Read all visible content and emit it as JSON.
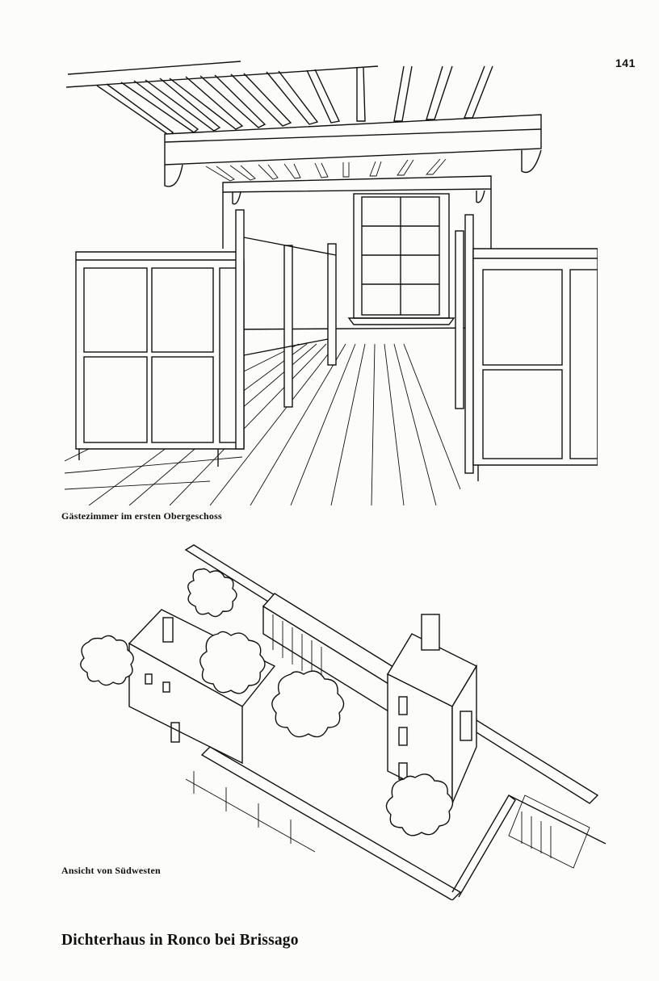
{
  "page": {
    "page_number": "141",
    "title": "Dichterhaus in Ronco bei Brissago"
  },
  "figures": [
    {
      "id": "interior",
      "caption": "Gästezimmer im ersten Obergeschoss",
      "depicts": "line drawing of guest room with beamed ceiling, window, two wardrobes and plank floor"
    },
    {
      "id": "exterior",
      "caption": "Ansicht von Südwesten",
      "depicts": "axonometric line drawing of house complex with walls, trees and garden"
    }
  ]
}
